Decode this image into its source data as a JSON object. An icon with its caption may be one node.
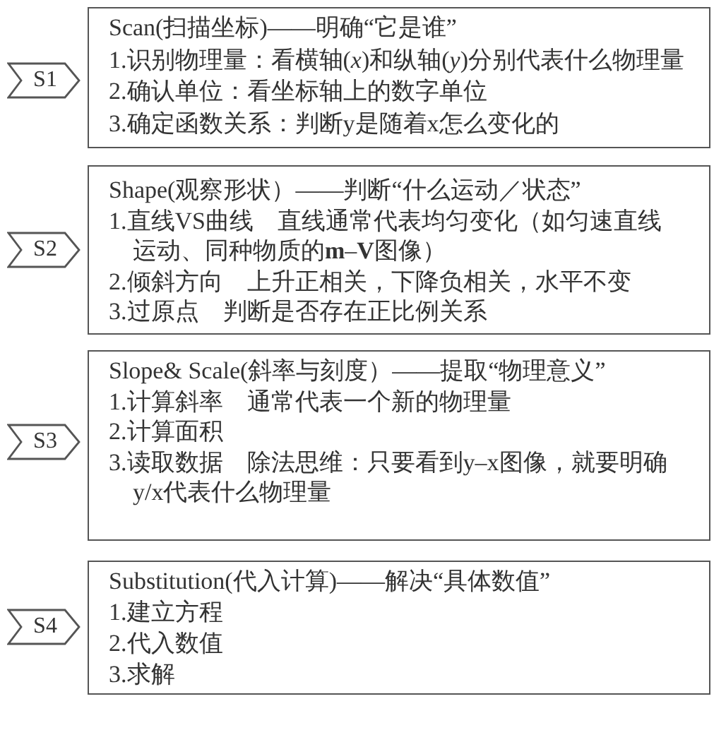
{
  "diagram": {
    "nodes": [
      {
        "text": [
          "S1"
        ]
      },
      {
        "text": [
          "Scan(扫描坐标)——明确“它是谁”",
          "1.识别物理量：看横轴(*x*)和纵轴(*y*)分别代表什么物理量",
          "2.确认单位：看坐标轴上的数字单位",
          "3.确定函数关系：判断y是随着x怎么变化的"
        ]
      },
      {
        "text": [
          "S2"
        ]
      },
      {
        "text": [
          "Shape(观察形状）——判断“什么运动／状态”",
          "1.直线VS曲线　直线通常代表均匀变化（如匀速直线运动、同种物质的**m**–**V**图像）",
          "2.倾斜方向　上升正相关，下降负相关，水平不变",
          "3.过原点　判断是否存在正比例关系"
        ]
      },
      {
        "text": [
          "S3"
        ]
      },
      {
        "text": [
          "Slope& Scale(斜率与刻度）——提取“物理意义”",
          "1.计算斜率　通常代表一个新的物理量",
          "2.计算面积",
          "3.读取数据　除法思维：只要看到y–x图像，就要明确y/x代表什么物理量"
        ]
      },
      {
        "text": [
          "S4"
        ]
      },
      {
        "text": [
          "Substitution(代入计算)——解决“具体数值”",
          "1.建立方程",
          "2.代入数值",
          "3.求解"
        ]
      }
    ]
  }
}
